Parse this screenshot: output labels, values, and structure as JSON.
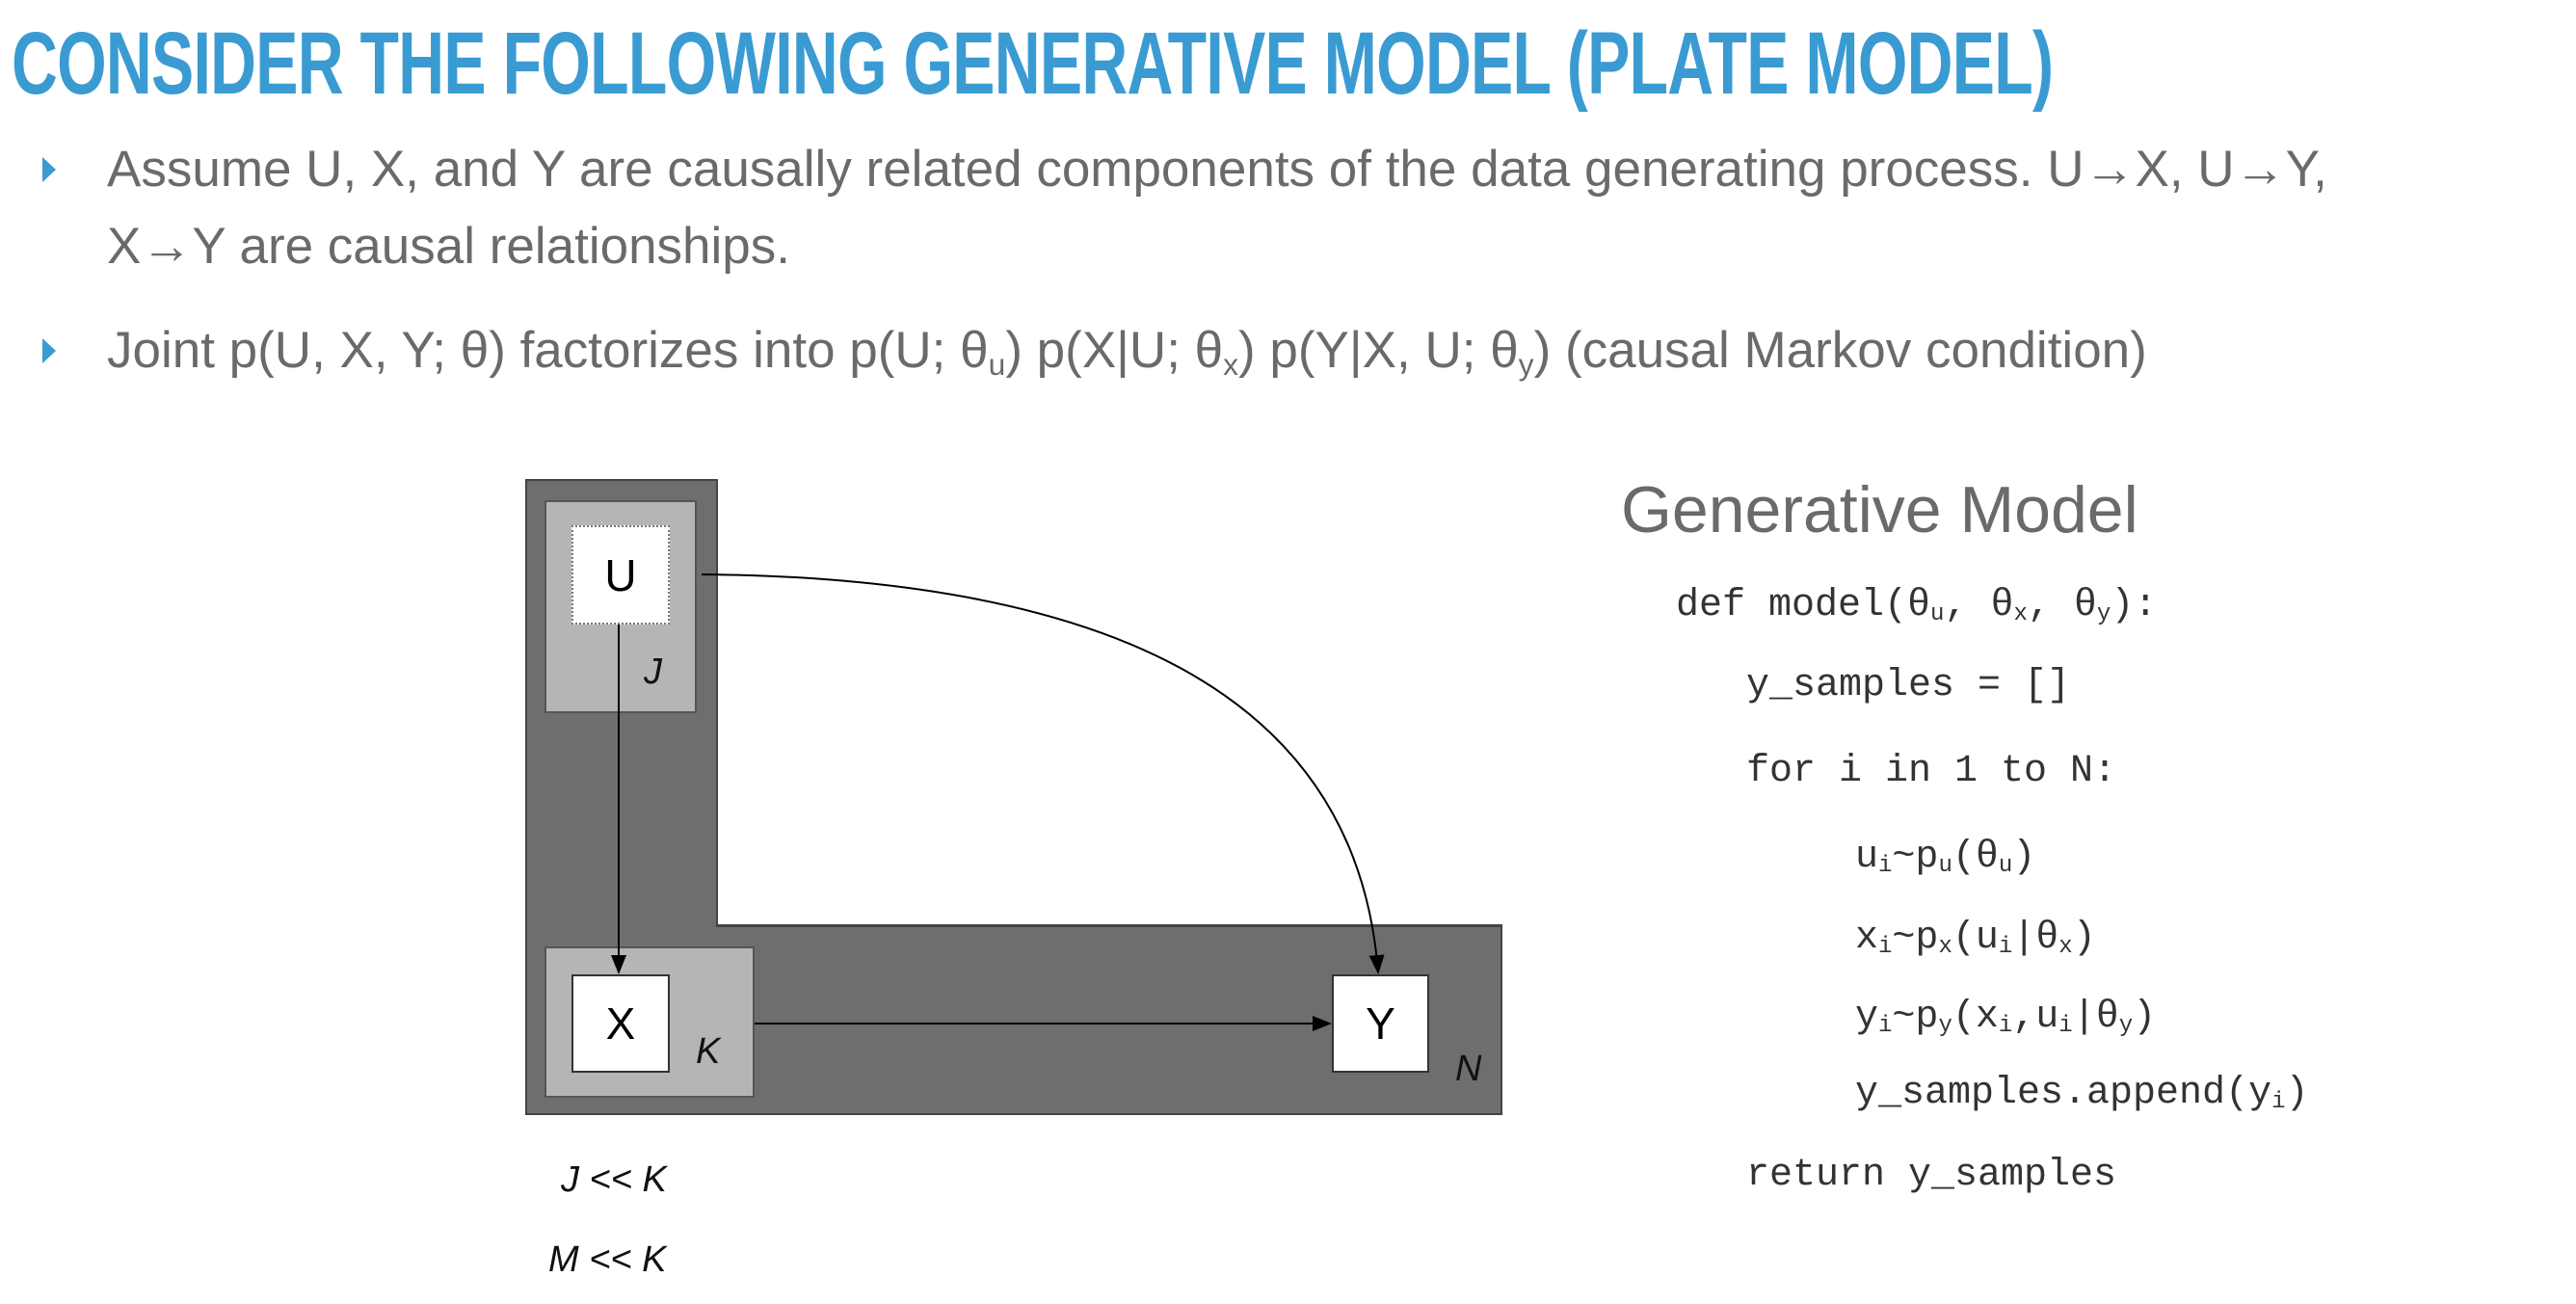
{
  "title": "CONSIDER THE FOLLOWING GENERATIVE MODEL (PLATE MODEL)",
  "bullets": [
    {
      "lines": [
        "Assume U, X, and Y are causally related components of the data generating process. U→X, U→Y,",
        "X→Y are causal relationships."
      ]
    },
    {
      "parts": [
        {
          "t": "Joint p(U, X, Y; θ) factorizes into p(U; θ"
        },
        {
          "t": "u",
          "sub": true
        },
        {
          "t": ") p(X|U; θ"
        },
        {
          "t": "x",
          "sub": true
        },
        {
          "t": ") p(Y|X, U; θ"
        },
        {
          "t": "y",
          "sub": true
        },
        {
          "t": ")  (causal Markov condition)"
        }
      ]
    }
  ],
  "diagram": {
    "nodes": {
      "u": "U",
      "x": "X",
      "y": "Y"
    },
    "plates": {
      "j": "J",
      "k": "K",
      "n": "N"
    },
    "conditions": [
      "J << K",
      "M << K"
    ]
  },
  "generative_model": {
    "title": "Generative Model",
    "code": [
      [
        {
          "t": "def model(θ"
        },
        {
          "t": "u",
          "sub": true
        },
        {
          "t": ", θ"
        },
        {
          "t": "x",
          "sub": true
        },
        {
          "t": ", θ"
        },
        {
          "t": "y",
          "sub": true
        },
        {
          "t": "):"
        }
      ],
      [
        {
          "t": "y_samples = []"
        }
      ],
      [
        {
          "t": "for i in 1 to N:"
        }
      ],
      [
        {
          "t": "u"
        },
        {
          "t": "i",
          "sub": true
        },
        {
          "t": "~p"
        },
        {
          "t": "u",
          "sub": true
        },
        {
          "t": "(θ"
        },
        {
          "t": "u",
          "sub": true
        },
        {
          "t": ")"
        }
      ],
      [
        {
          "t": "x"
        },
        {
          "t": "i",
          "sub": true
        },
        {
          "t": "~p"
        },
        {
          "t": "x",
          "sub": true
        },
        {
          "t": "(u"
        },
        {
          "t": "i",
          "sub": true
        },
        {
          "t": "|θ"
        },
        {
          "t": "x",
          "sub": true
        },
        {
          "t": ")"
        }
      ],
      [
        {
          "t": "y"
        },
        {
          "t": "i",
          "sub": true
        },
        {
          "t": "~p"
        },
        {
          "t": "y",
          "sub": true
        },
        {
          "t": "(x"
        },
        {
          "t": "i",
          "sub": true
        },
        {
          "t": ",u"
        },
        {
          "t": "i",
          "sub": true
        },
        {
          "t": "|θ"
        },
        {
          "t": "y",
          "sub": true
        },
        {
          "t": ")"
        }
      ],
      [
        {
          "t": "y_samples.append(y"
        },
        {
          "t": "i",
          "sub": true
        },
        {
          "t": ")"
        }
      ],
      [
        {
          "t": "return y_samples"
        }
      ]
    ]
  }
}
